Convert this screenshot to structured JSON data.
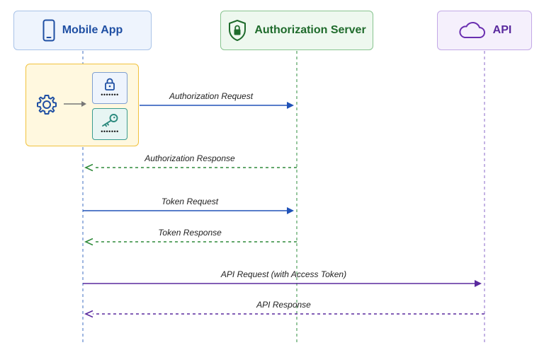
{
  "actors": {
    "mobile": {
      "label": "Mobile App",
      "icon": "smartphone-icon",
      "color": "#1f4fa3"
    },
    "auth": {
      "label": "Authorization Server",
      "icon": "shield-lock-icon",
      "color": "#1f6b2c"
    },
    "api": {
      "label": "API",
      "icon": "cloud-icon",
      "color": "#5a2a9e"
    }
  },
  "credential_panel": {
    "icons": [
      "settings-gear-icon",
      "arrow-right-icon",
      "padlock-icon",
      "key-icon"
    ],
    "password_mask": "•••••••",
    "key_mask": "•••••••"
  },
  "messages": [
    {
      "label": "Authorization Request",
      "from": "mobile",
      "to": "auth",
      "style": "solid",
      "color": "#2052b8"
    },
    {
      "label": "Authorization Response",
      "from": "auth",
      "to": "mobile",
      "style": "dashed",
      "color": "#2f8a3a"
    },
    {
      "label": "Token Request",
      "from": "mobile",
      "to": "auth",
      "style": "solid",
      "color": "#2052b8"
    },
    {
      "label": "Token Response",
      "from": "auth",
      "to": "mobile",
      "style": "dashed",
      "color": "#2f8a3a"
    },
    {
      "label": "API Request (with Access Token)",
      "from": "mobile",
      "to": "api",
      "style": "solid",
      "color": "#5a2a9e"
    },
    {
      "label": "API Response",
      "from": "api",
      "to": "mobile",
      "style": "dashed",
      "color": "#5a2a9e"
    }
  ]
}
